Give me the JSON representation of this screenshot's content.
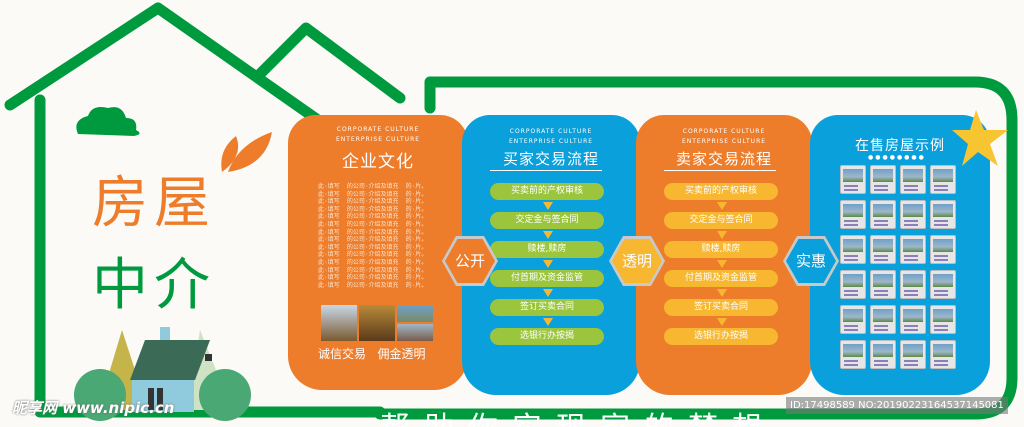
{
  "logo": {
    "line1": "房屋",
    "line2": "中介"
  },
  "colors": {
    "green": "#009a3e",
    "orange": "#ed7d2b",
    "blue": "#0aa0dc",
    "yellow": "#f7b731",
    "lime": "#9bc53d"
  },
  "panels": [
    {
      "en1": "CORPORATE CULTURE",
      "en2": "ENTERPRISE CULTURE",
      "title": "企业文化",
      "body": "此·填写  的公司·介绍及填充  的·片。",
      "caption": "诚信交易   佣金透明"
    },
    {
      "en1": "CORPORATE CULTURE",
      "en2": "ENTERPRISE CULTURE",
      "title": "买家交易流程",
      "steps": [
        "买卖前的产权审核",
        "交定金与签合同",
        "赎楼,赎房",
        "付首期及资金监管",
        "签订买卖合同",
        "选银行办按揭"
      ]
    },
    {
      "en1": "CORPORATE CULTURE",
      "en2": "ENTERPRISE CULTURE",
      "title": "卖家交易流程",
      "steps": [
        "买卖前的产权审核",
        "交定金与签合同",
        "赎楼,赎房",
        "付首期及资金监管",
        "签订买卖合同",
        "选银行办按揭"
      ]
    },
    {
      "title": "在售房屋示例"
    }
  ],
  "badges": [
    "公开",
    "透明",
    "实惠"
  ],
  "bottom_slogan": "帮助你实现家的梦想",
  "watermark": {
    "site": "昵享网 www.nipic.cn",
    "id": "ID:17498589 NO:20190223164537145081"
  }
}
